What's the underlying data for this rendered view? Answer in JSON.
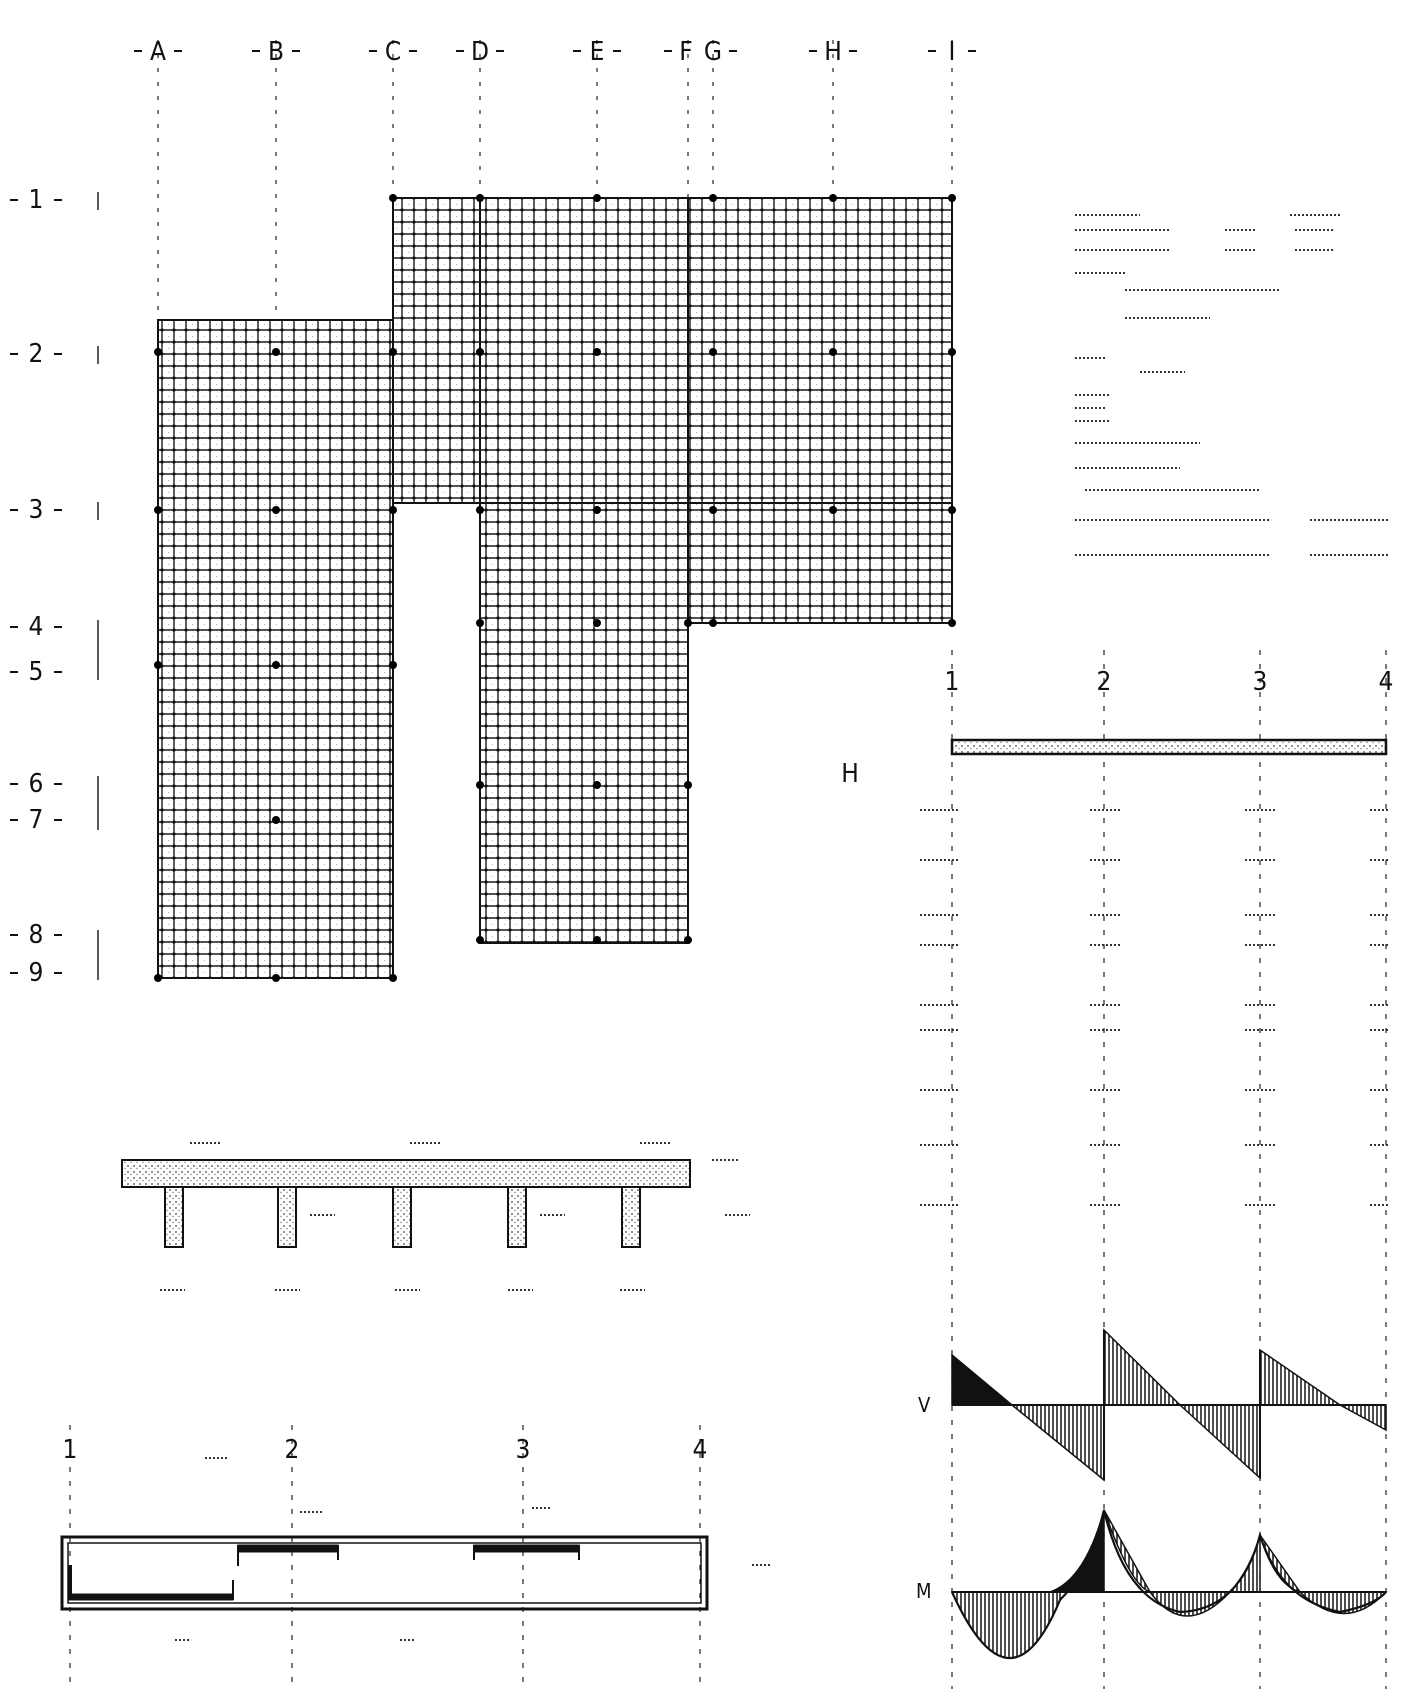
{
  "grid": {
    "columns": [
      "A",
      "B",
      "C",
      "D",
      "E",
      "F",
      "G",
      "H",
      "I"
    ],
    "rows": [
      "1",
      "2",
      "3",
      "4",
      "5",
      "6",
      "7",
      "8",
      "9"
    ]
  },
  "beam_elevation": {
    "supports": [
      "1",
      "2",
      "3",
      "4"
    ]
  },
  "frame_elevation": {
    "supports": [
      "1",
      "2",
      "3",
      "4"
    ],
    "floor": "H"
  },
  "diagrams": {
    "shear_label": "V",
    "moment_label": "M"
  },
  "colors": {
    "ink": "#111111",
    "paper": "#ffffff",
    "hatch": "#222222"
  }
}
